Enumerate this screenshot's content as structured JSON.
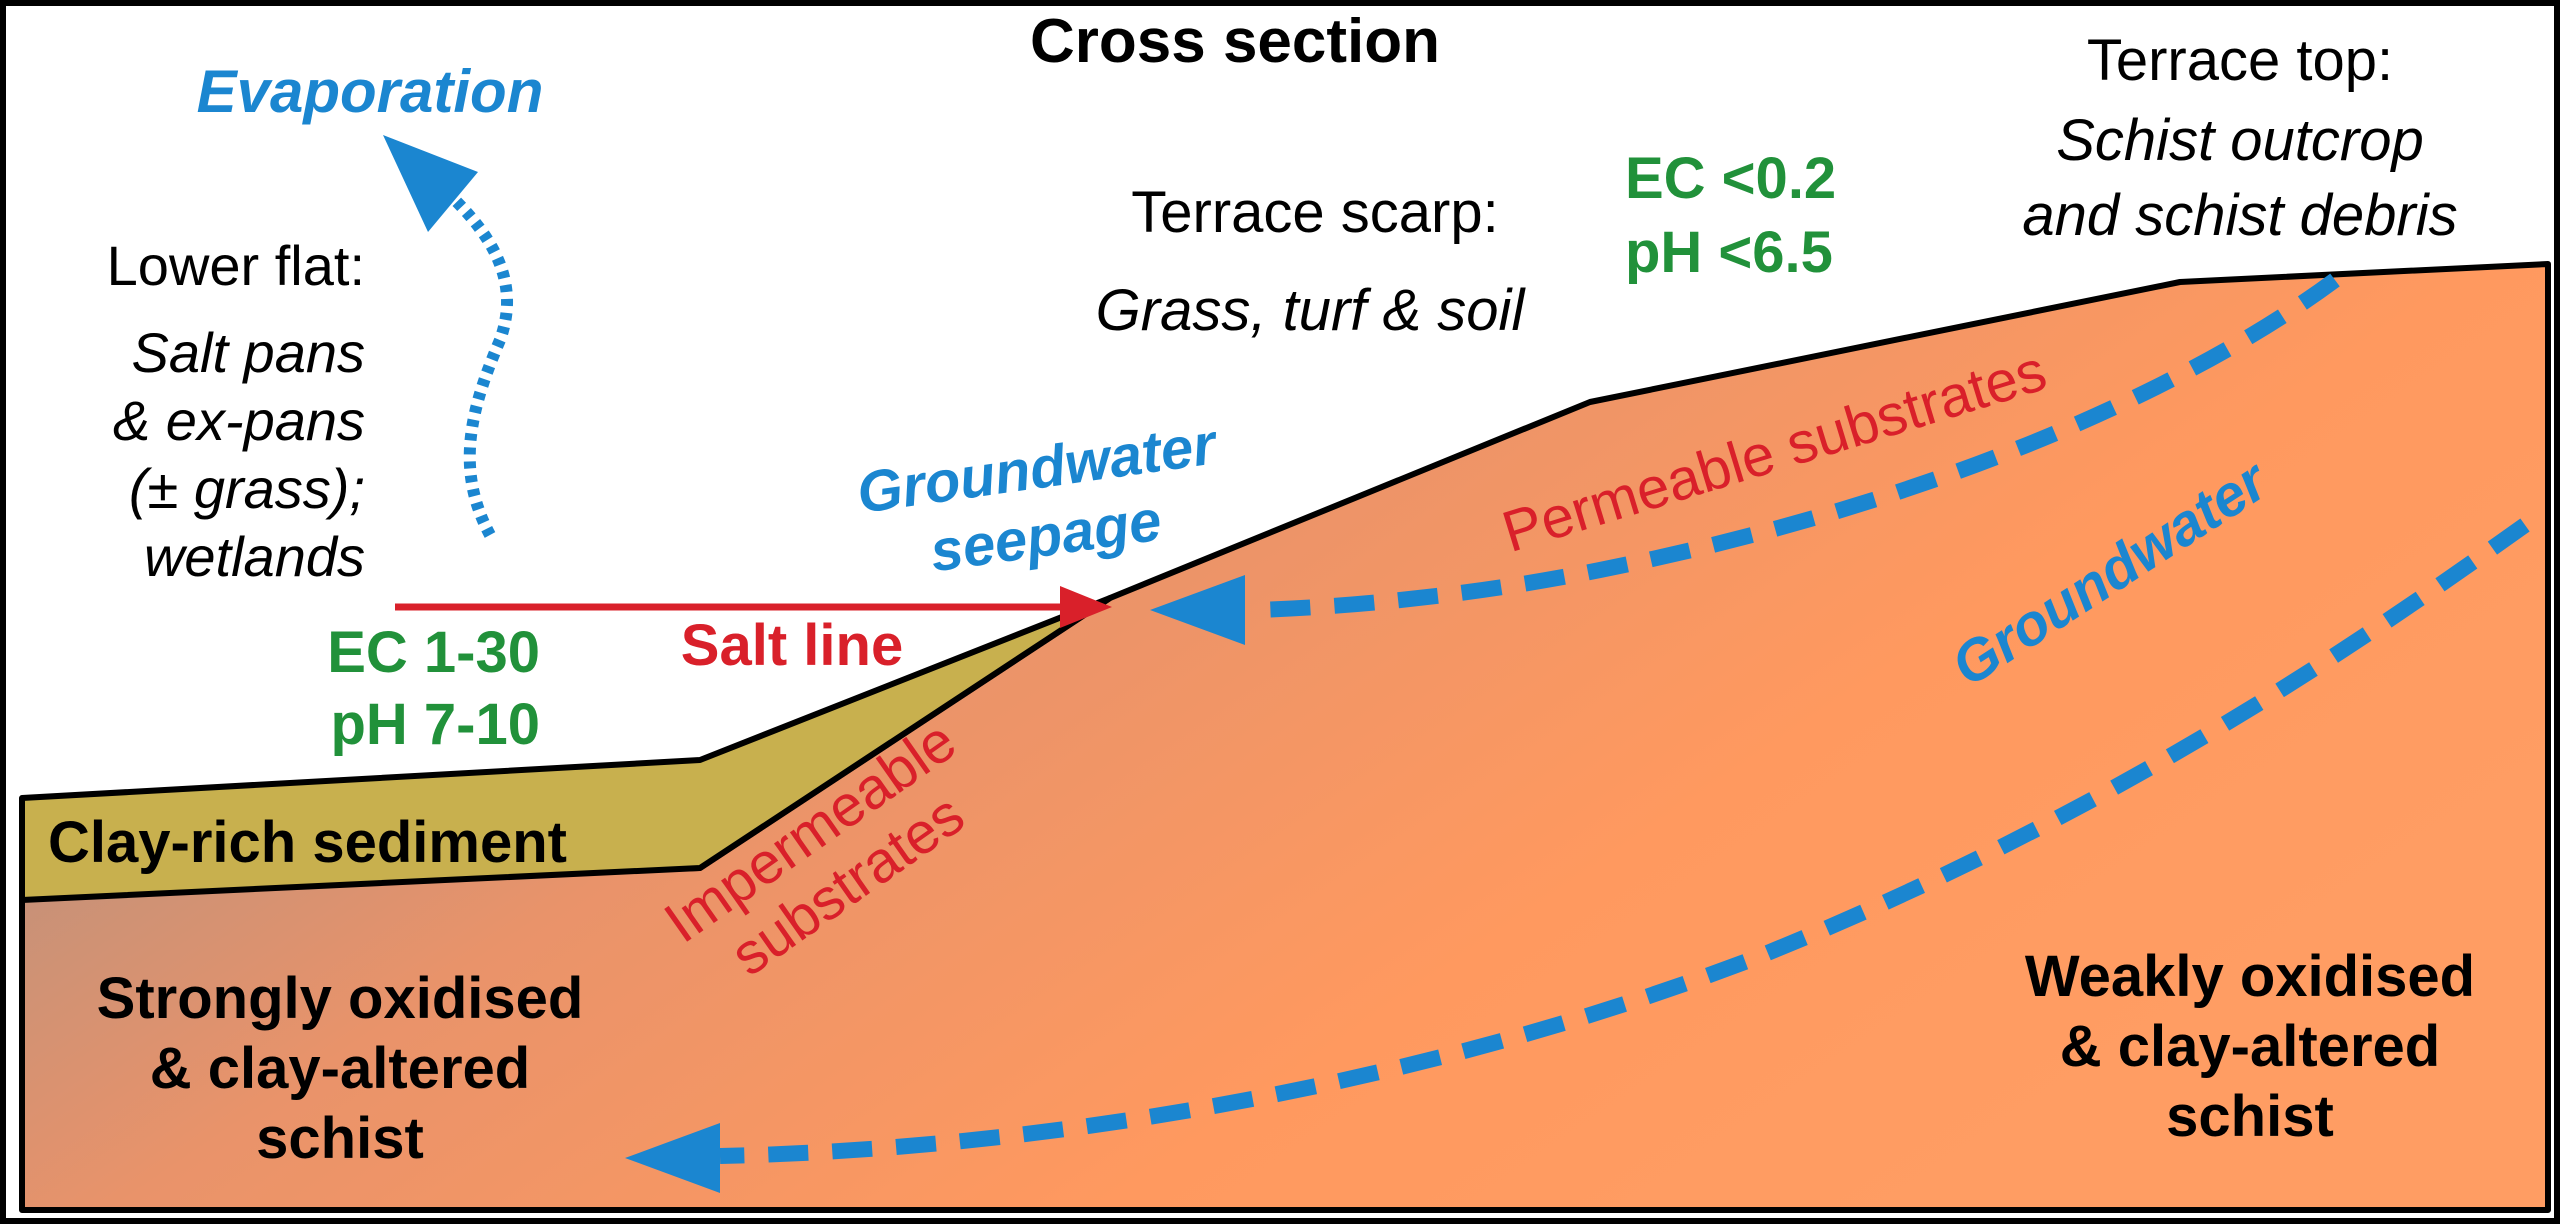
{
  "title": "Cross section",
  "labels": {
    "evaporation": "Evaporation",
    "lower_flat_heading": "Lower flat:",
    "lower_flat_desc": [
      "Salt pans",
      "& ex-pans",
      "(± grass);",
      "wetlands"
    ],
    "lower_ec": [
      "EC 1-30",
      "pH 7-10"
    ],
    "salt_line": "Salt line",
    "seepage": [
      "Groundwater",
      "seepage"
    ],
    "scarp_heading": "Terrace scarp:",
    "scarp_desc": "Grass, turf & soil",
    "scarp_ec": [
      "EC <0.2",
      "pH <6.5"
    ],
    "top_heading": "Terrace top:",
    "top_desc": [
      "Schist outcrop",
      "and schist debris"
    ],
    "clay_sediment": "Clay-rich sediment",
    "permeable": "Permeable substrates",
    "impermeable": [
      "Impermeable",
      "substrates"
    ],
    "groundwater": "Groundwater",
    "strong_schist": [
      "Strongly oxidised",
      "& clay-altered",
      "schist"
    ],
    "weak_schist": [
      "Weakly oxidised",
      "& clay-altered",
      "schist"
    ]
  },
  "colors": {
    "water_blue": "#1b86d0",
    "salt_red": "#d9202a",
    "chem_green": "#21913a",
    "clay_fill": "#c8b04e",
    "schist_grey": "#9a9a9a",
    "schist_orange": "#ff9a5e",
    "outline": "#000000"
  }
}
